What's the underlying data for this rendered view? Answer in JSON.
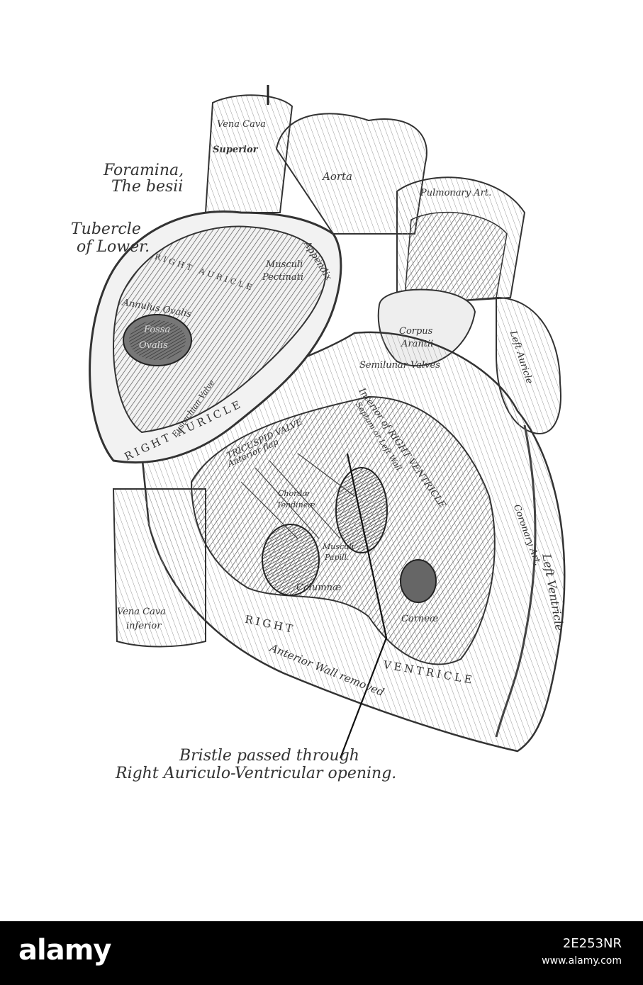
{
  "labels": {
    "foramina": "Foramina,",
    "thebesii": "The besii",
    "tubercle": "Tubercle",
    "of_lower": "of Lower.",
    "vena_cava_superior_1": "Vena Cava",
    "vena_cava_superior_2": "Superior",
    "aorta": "Aorta",
    "pulmonary": "Pulmonary Art.",
    "appendix": "Appendix",
    "musculi": "Musculi",
    "pectinati": "Pectinati",
    "right_auricle_inner": "RIGHT AURICLE",
    "annulus": "Annulus Ovalis",
    "fossa_1": "Fossa",
    "fossa_2": "Ovalis",
    "eustachian": "Eustachian Valve",
    "right_auricle": "RIGHT AURICLE",
    "corpus_1": "Corpus",
    "corpus_2": "Arantii",
    "semilunar": "Semilunar Valves",
    "left_auricle": "Left Auricle",
    "interior_rv": "Interior of RIGHT VENTRICLE",
    "septum": "Septum or Left Wall",
    "tricuspid_1": "TRICUSPID VALVE",
    "tricuspid_2": "Anterior flap",
    "chordae_1": "Chordæ",
    "chordae_2": "Tendineæ",
    "musculi_pap_1": "Musculi",
    "musculi_pap_2": "Papill.",
    "columnae": "Columnæ",
    "carneae": "Carneæ",
    "coronary": "Coronary Art.",
    "left_ventricle": "Left Ventricle",
    "vena_cava_inferior_1": "Vena Cava",
    "vena_cava_inferior_2": "inferior",
    "right_1": "RIGHT",
    "anterior_wall": "Anterior Wall removed",
    "ventricle": "VENTRICLE"
  },
  "caption": {
    "line1": "Bristle passed through",
    "line2": "Right Auriculo-Ventricular opening."
  },
  "watermark": {
    "logo": "alamy",
    "id": "2E253NR",
    "url": "www.alamy.com"
  }
}
